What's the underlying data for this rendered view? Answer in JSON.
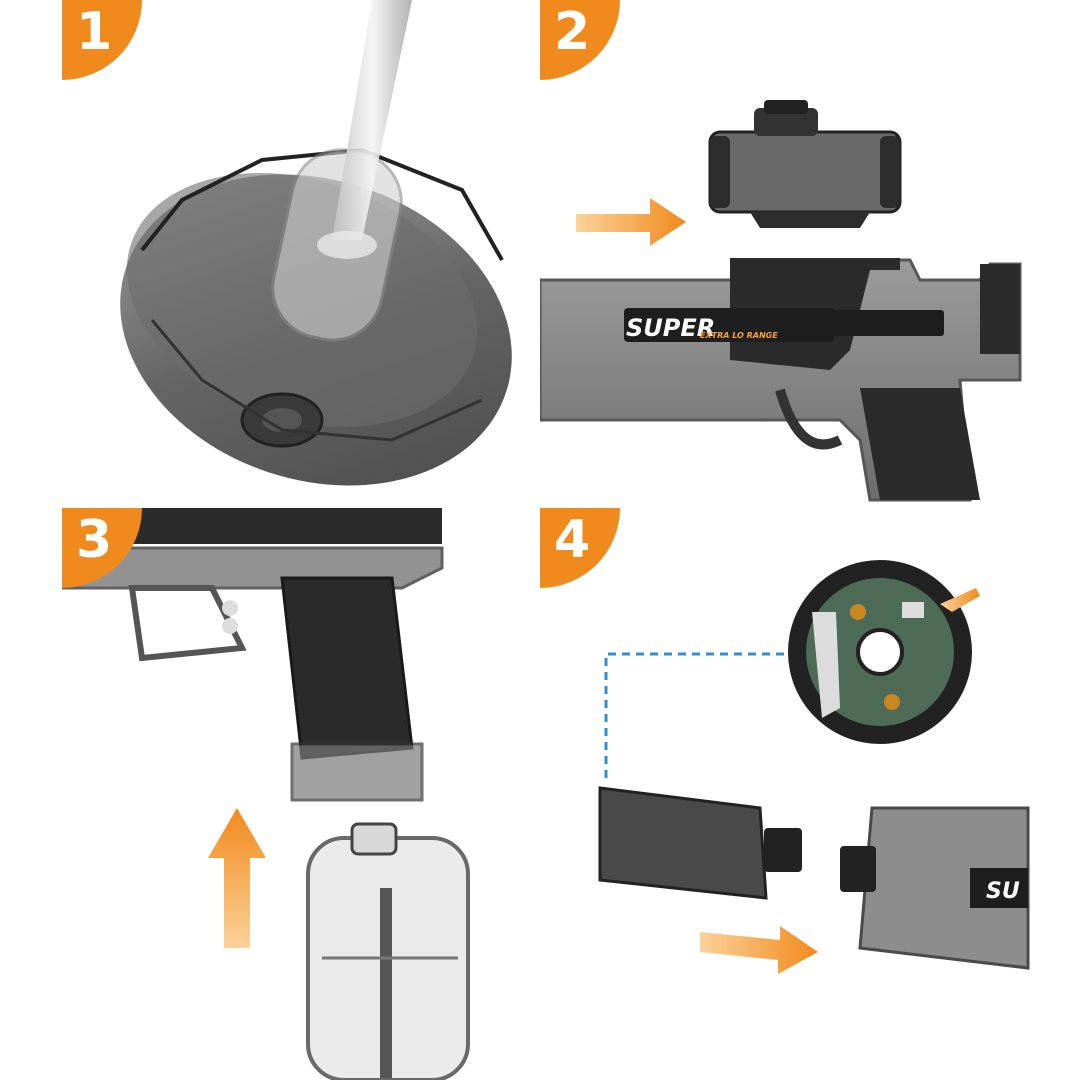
{
  "steps": [
    {
      "number": "1"
    },
    {
      "number": "2"
    },
    {
      "number": "3"
    },
    {
      "number": "4"
    }
  ],
  "decal": {
    "brand": "SUPER",
    "subtitle": "EXTRA LO    RANGE",
    "brand_partial": "SU",
    "range_partial": "RANGE"
  },
  "colors": {
    "badge": "#f18a1c",
    "arrow": "#f5a23a",
    "dashed_line": "#2f8fd6",
    "body": "#2b2b2b",
    "translucent_body": "#6d6d6d"
  },
  "icons": [
    "pouring-water-icon",
    "drum-magazine-icon",
    "sight-scope-icon",
    "arrow-right-icon",
    "arrow-up-icon",
    "gun-grip-icon",
    "muzzle-cap-icon",
    "battery-contact-icon"
  ]
}
